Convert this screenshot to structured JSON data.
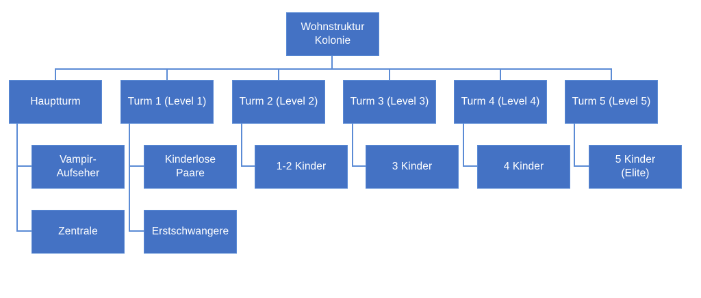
{
  "diagram": {
    "title": "Wohnstruktur Kolonie",
    "type": "org-chart",
    "accent_color": "#4472C4",
    "border_color": "#5B8BD5",
    "connector_color": "#5B8BD5",
    "text_color": "#FFFFFF",
    "background_color": "#FFFFFF"
  },
  "nodes": {
    "root": {
      "label": "Wohnstruktur\nKolonie"
    },
    "tower_main": {
      "label": "Hauptturm"
    },
    "tower_1": {
      "label": "Turm 1 (Level 1)"
    },
    "tower_2": {
      "label": "Turm 2 (Level 2)"
    },
    "tower_3": {
      "label": "Turm 3 (Level 3)"
    },
    "tower_4": {
      "label": "Turm 4 (Level 4)"
    },
    "tower_5": {
      "label": "Turm 5 (Level 5)"
    },
    "main_child_1": {
      "label": "Vampir-\nAufseher"
    },
    "main_child_2": {
      "label": "Zentrale"
    },
    "t1_child_1": {
      "label": "Kinderlose\nPaare"
    },
    "t1_child_2": {
      "label": "Erstschwangere"
    },
    "t2_child_1": {
      "label": "1-2 Kinder"
    },
    "t3_child_1": {
      "label": "3 Kinder"
    },
    "t4_child_1": {
      "label": "4 Kinder"
    },
    "t5_child_1": {
      "label": "5 Kinder\n(Elite)"
    }
  }
}
